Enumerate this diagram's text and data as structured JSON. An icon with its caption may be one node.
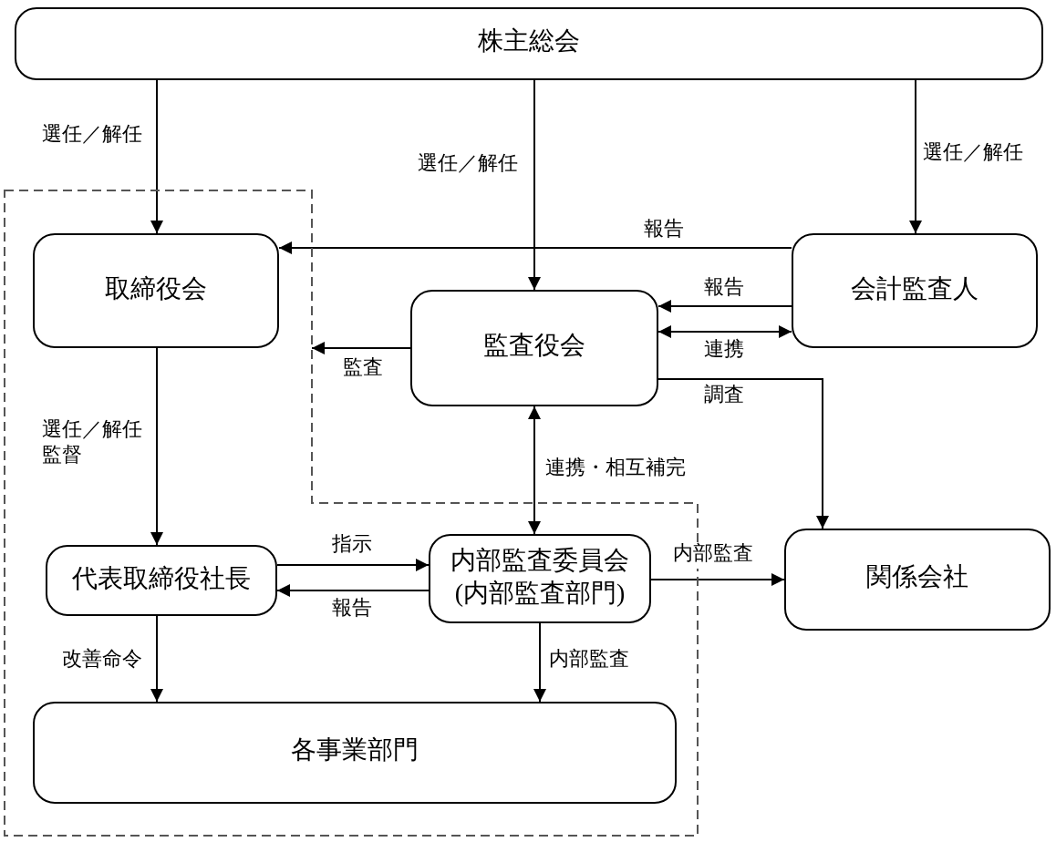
{
  "diagram": {
    "nodes": [
      {
        "text": [
          "株主総会"
        ]
      },
      {
        "text": [],
        "shape": "polygon"
      },
      {
        "text": [
          "取締役会"
        ],
        "in": 1
      },
      {
        "text": [
          "監査役会"
        ]
      },
      {
        "text": [
          "会計監査人"
        ]
      },
      {
        "text": [
          "代表取締役社長"
        ],
        "in": 1
      },
      {
        "text": [
          "内部監査委員会",
          "(内部監査部門)"
        ],
        "in": 1
      },
      {
        "text": [
          "関係会社"
        ]
      },
      {
        "text": [
          "各事業部門"
        ],
        "in": 1
      }
    ],
    "edges": [
      {
        "from": 0,
        "to": 2,
        "arrow": "to",
        "label": "選任／解任"
      },
      {
        "from": 0,
        "to": 3,
        "arrow": "to",
        "label": "選任／解任"
      },
      {
        "from": 0,
        "to": 4,
        "arrow": "to",
        "label": "選任／解任"
      },
      {
        "from": 4,
        "to": 2,
        "arrow": "to",
        "label": "報告"
      },
      {
        "from": 4,
        "to": 3,
        "arrow": "to",
        "label": "報告"
      },
      {
        "from": 3,
        "to": 4,
        "arrow": "both",
        "label": "連携"
      },
      {
        "from": 3,
        "to": 1,
        "arrow": "to",
        "label": "監査"
      },
      {
        "from": 3,
        "to": 7,
        "arrow": "to",
        "label": "調査"
      },
      {
        "from": 6,
        "to": 3,
        "arrow": "both",
        "label": "連携・相互補完"
      },
      {
        "from": 2,
        "to": 5,
        "arrow": "to",
        "label": "選任／解任監督"
      },
      {
        "from": 5,
        "to": 6,
        "arrow": "to",
        "label": "指示"
      },
      {
        "from": 6,
        "to": 5,
        "arrow": "to",
        "label": "報告"
      },
      {
        "from": 6,
        "to": 7,
        "arrow": "to",
        "label": "内部監査"
      },
      {
        "from": 5,
        "to": 8,
        "arrow": "to",
        "label": "改善命令"
      },
      {
        "from": 6,
        "to": 8,
        "arrow": "to",
        "label": "内部監査"
      }
    ]
  }
}
